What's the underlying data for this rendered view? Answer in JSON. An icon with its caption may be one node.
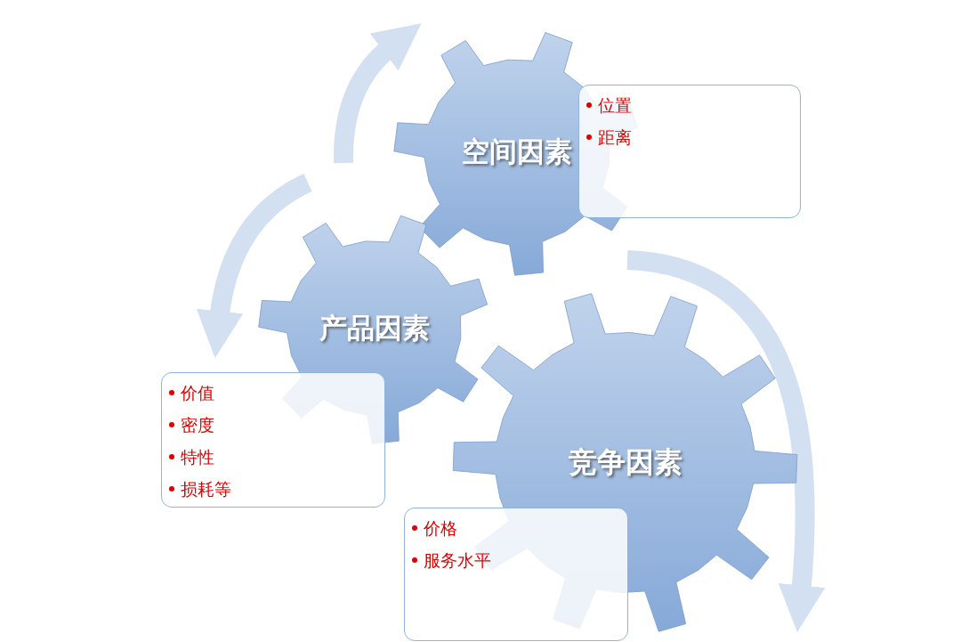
{
  "diagram": {
    "nodes": [
      {
        "text": [
          "空间因素"
        ]
      },
      {
        "text": [
          "位置",
          "距离"
        ]
      },
      {
        "text": [
          "产品因素"
        ]
      },
      {
        "text": [
          "价值",
          "密度",
          "特性",
          "损耗等"
        ]
      },
      {
        "text": [
          "竞争因素"
        ]
      },
      {
        "text": [
          "价格",
          "服务水平"
        ]
      }
    ],
    "edges": [
      {
        "from": null,
        "to": 0,
        "arrow": "to"
      },
      {
        "from": null,
        "to": 2,
        "arrow": "to"
      },
      {
        "from": null,
        "to": 4,
        "arrow": "to"
      }
    ]
  }
}
